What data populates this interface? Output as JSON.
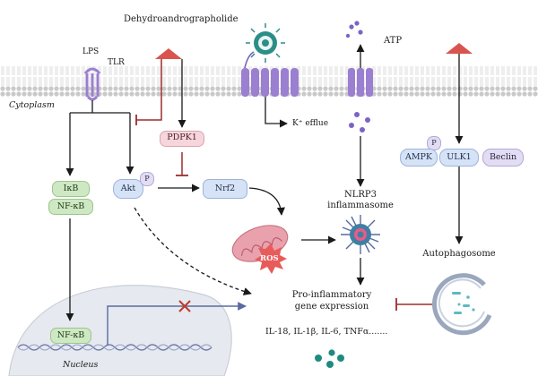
{
  "labels": {
    "drug": "Dehydroandrographolide",
    "lps": "LPS",
    "tlr": "TLR",
    "atp": "ATP",
    "cytoplasm": "Cytoplasm",
    "k_efflux": "K⁺ efflue",
    "pdpk1": "PDPK1",
    "akt": "Akt",
    "p": "P",
    "nrf2": "Nrf2",
    "ikb": "IκB",
    "nfkb": "NF-κB",
    "nfkb_nucleus": "NF-κB",
    "nucleus": "Nucleus",
    "ros": "ROS",
    "nlrp3_line1": "NLRP3",
    "nlrp3_line2": "inflammasome",
    "ampk": "AMPK",
    "ulk1": "ULK1",
    "beclin": "Beclin",
    "autophagosome": "Autophagosome",
    "gene_line1": "Pro-inflammatory",
    "gene_line2": "gene expression",
    "cytokines": "IL-18, IL-1β, IL-6, TNFα......."
  },
  "colors": {
    "membrane": "#bcbcbc",
    "inhibitor_red": "#c0392b",
    "inhibit_dark_red": "#9b2d2d",
    "receptor_purple": "#9b7fd0",
    "mitochondrion": "#d98a96",
    "ros_burst": "#e85b5b",
    "nucleus": "#e4e8ee",
    "particle_teal": "#1f8a80",
    "atp_purple": "#7d63c2"
  }
}
